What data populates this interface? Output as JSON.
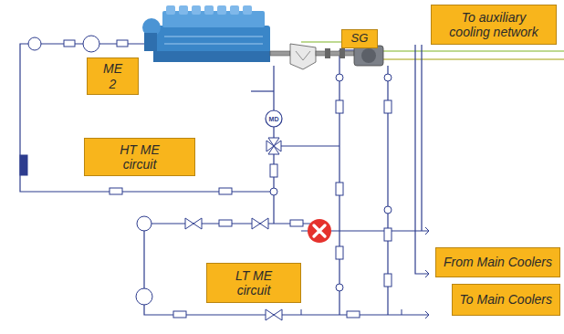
{
  "diagram": {
    "nodes": [
      {
        "text": [
          "To auxiliary cooling network"
        ]
      },
      {
        "text": [
          "SG"
        ]
      },
      {
        "text": [
          "ME 2"
        ]
      },
      {
        "text": [
          "HT ME circuit"
        ]
      },
      {
        "text": [
          "From Main Coolers"
        ]
      },
      {
        "text": [
          "LT ME circuit"
        ]
      },
      {
        "text": [
          "To Main Coolers"
        ]
      }
    ],
    "labels": [
      "MD"
    ]
  }
}
